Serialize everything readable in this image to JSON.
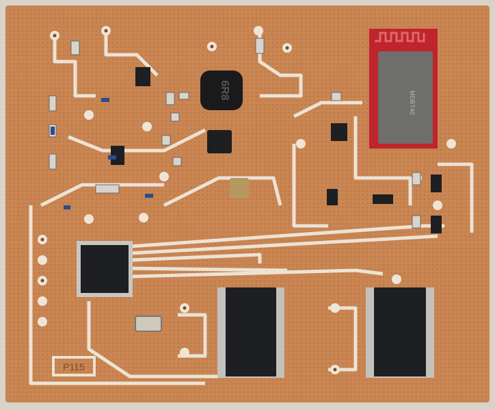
{
  "board": {
    "inductor_marking": "6R8",
    "board_label": "P115",
    "module_marking": "MDBT40",
    "colors": {
      "copper": "#c98552",
      "substrate": "#e9e0d2",
      "mask_red": "#c0242c",
      "chip": "#1d1f22",
      "tin": "#c9c6c0"
    }
  }
}
